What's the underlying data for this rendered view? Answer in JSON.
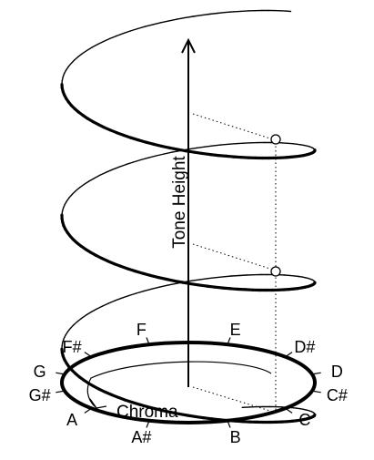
{
  "diagram": {
    "axis_label": "Tone Height",
    "chroma_label": "Chroma",
    "notes": [
      "C",
      "C#",
      "D",
      "D#",
      "E",
      "F",
      "F#",
      "G",
      "G#",
      "A",
      "A#",
      "B"
    ],
    "colors": {
      "ink": "#000000",
      "background": "#ffffff"
    },
    "markers": 2
  }
}
